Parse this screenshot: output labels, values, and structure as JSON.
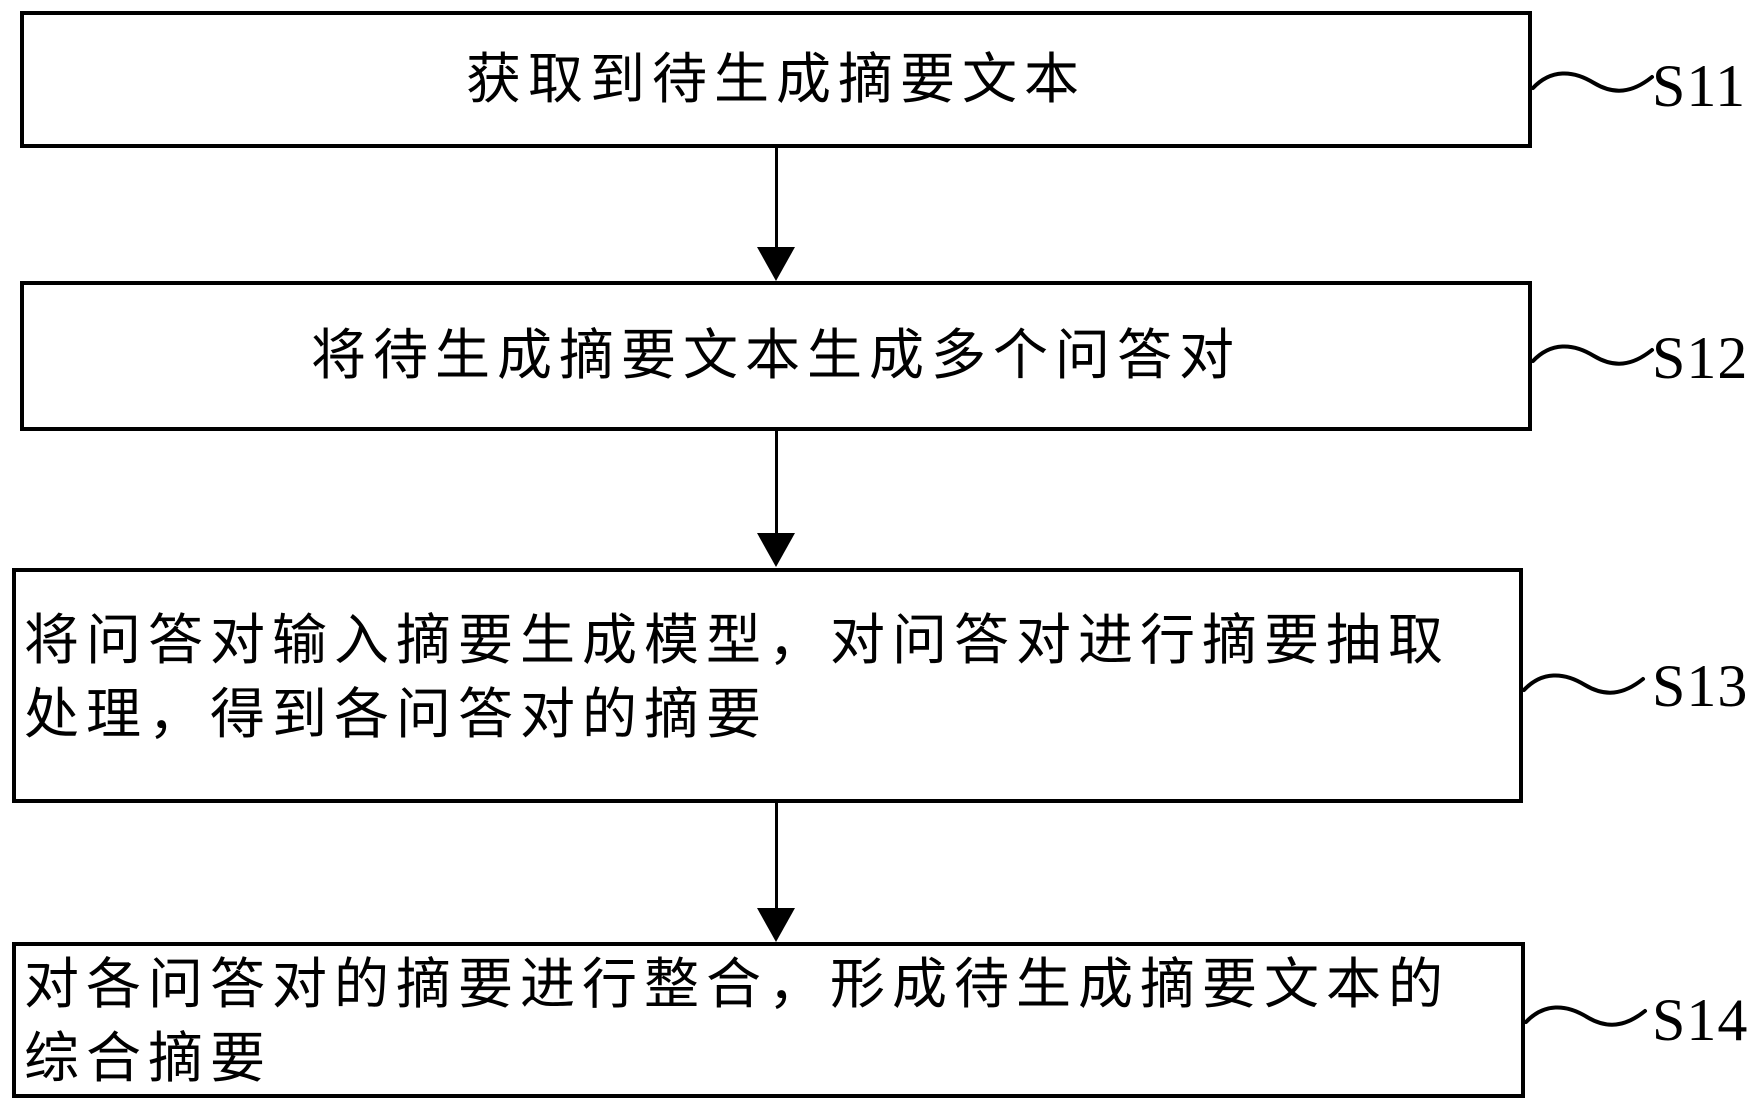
{
  "colors": {
    "background": "#ffffff",
    "line": "#000000",
    "text": "#000000"
  },
  "icons": {
    "down_arrow": "triangle-down",
    "step_connector": "tilde-squiggle"
  },
  "steps": [
    {
      "step_label": "S11",
      "text_align": "center",
      "full_text": "获取到待生成摘要文本",
      "text_lines": [
        "获取到待生成摘要文本"
      ]
    },
    {
      "step_label": "S12",
      "text_align": "center",
      "full_text": "将待生成摘要文本生成多个问答对",
      "text_lines": [
        "将待生成摘要文本生成多个问答对"
      ]
    },
    {
      "step_label": "S13",
      "text_align": "left",
      "full_text": "将问答对输入摘要生成模型，对问答对进行摘要抽取处理，得到各问答对的摘要",
      "text_lines": [
        "将问答对输入摘要生成模型，对问答对进行摘要抽取",
        "处理，得到各问答对的摘要"
      ]
    },
    {
      "step_label": "S14",
      "text_align": "left",
      "full_text": "对各问答对的摘要进行整合，形成待生成摘要文本的综合摘要",
      "text_lines": [
        "对各问答对的摘要进行整合，形成待生成摘要文本的",
        "综合摘要"
      ]
    }
  ]
}
